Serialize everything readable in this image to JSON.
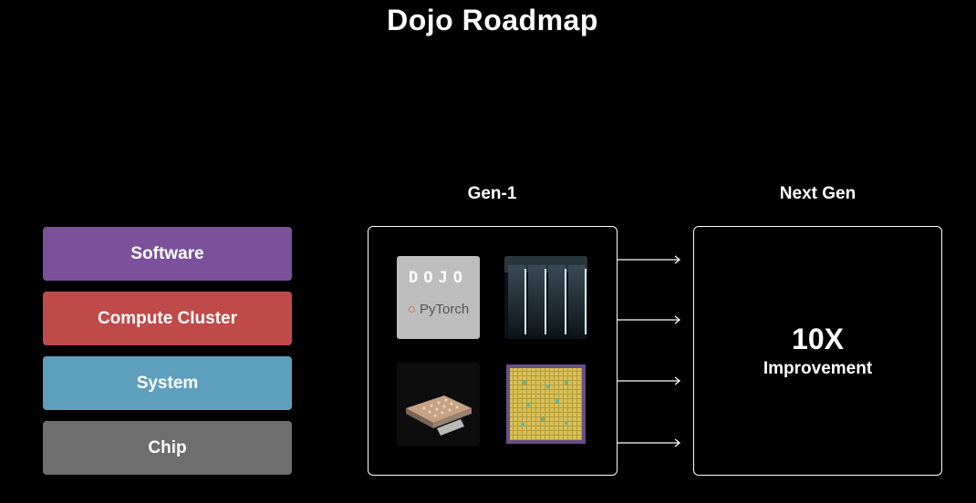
{
  "title": "Dojo Roadmap",
  "stack": [
    {
      "label": "Software",
      "color": "#7b519b"
    },
    {
      "label": "Compute Cluster",
      "color": "#c04a4a"
    },
    {
      "label": "System",
      "color": "#5f9fbe"
    },
    {
      "label": "Chip",
      "color": "#6e6e6e"
    }
  ],
  "gen1": {
    "label": "Gen-1",
    "tiles": {
      "dojo_logo_text": "DOJO",
      "pytorch_text": "PyTorch",
      "icons": [
        "dojo-pytorch-logo-icon",
        "server-cabinets-icon",
        "training-tile-icon",
        "d1-chip-icon"
      ]
    }
  },
  "next_gen": {
    "label": "Next Gen",
    "value": "10X",
    "subtitle": "Improvement"
  }
}
